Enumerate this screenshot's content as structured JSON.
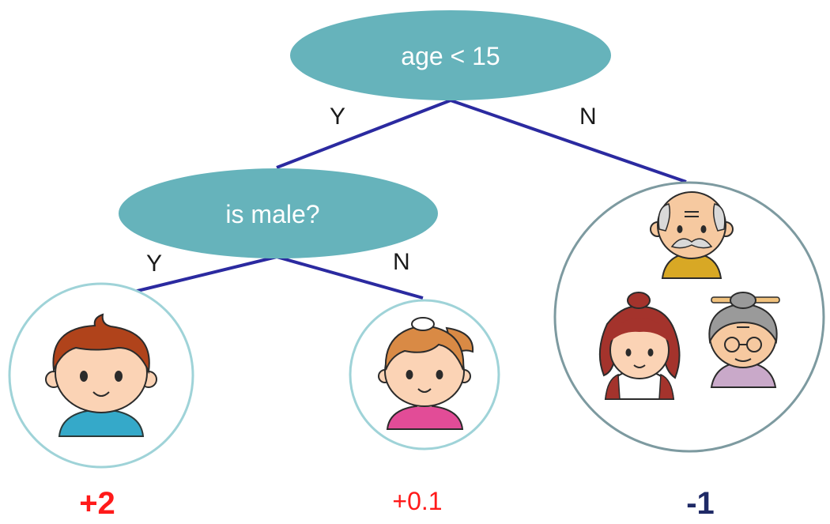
{
  "colors": {
    "node_fill": "#66b3bb",
    "edge": "#2b2aa0",
    "leaf_border": "#9fd3d8",
    "big_leaf_border": "#7d9aa0",
    "score_positive": "#ff1a1a",
    "score_negative": "#1f2a66"
  },
  "nodes": {
    "root": {
      "label": "age < 15"
    },
    "left": {
      "label": "is male?"
    }
  },
  "edges": {
    "root_yes": "Y",
    "root_no": "N",
    "left_yes": "Y",
    "left_no": "N"
  },
  "leaves": {
    "boy": {
      "score": "+2",
      "icon": "boy-icon"
    },
    "girl": {
      "score": "+0.1",
      "icon": "girl-icon"
    },
    "adults": {
      "score": "-1",
      "icons": [
        "grandfather-icon",
        "mother-icon",
        "grandmother-icon"
      ]
    }
  }
}
